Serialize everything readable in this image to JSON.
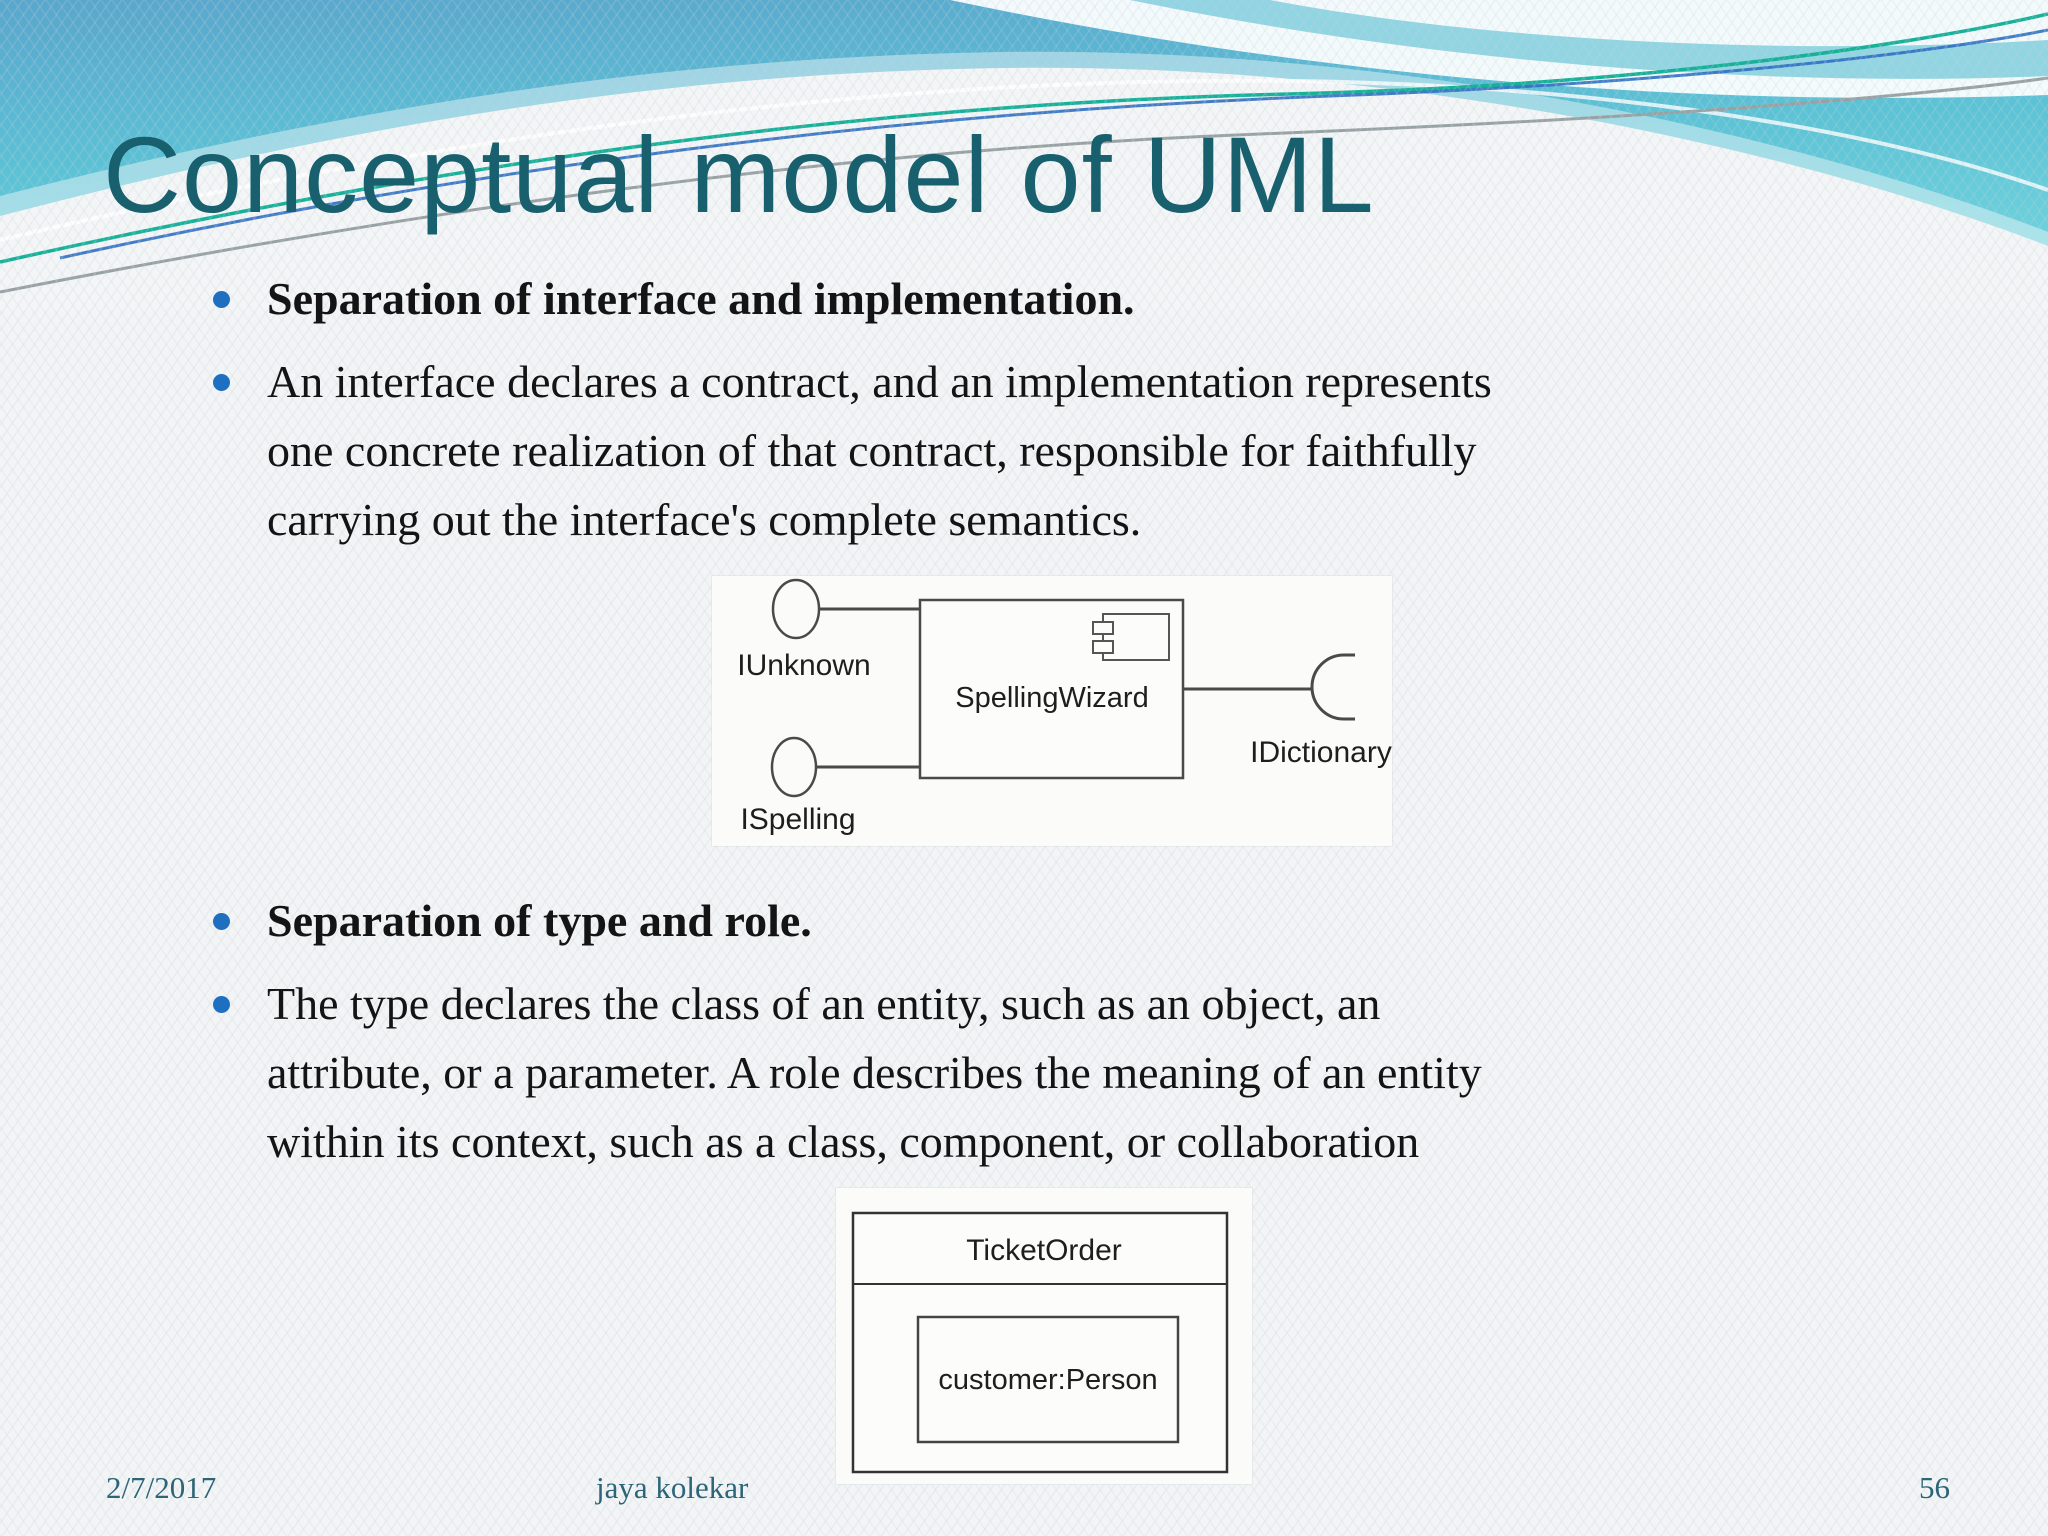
{
  "slide": {
    "title": "Conceptual model of UML",
    "sections": [
      {
        "heading": "Separation of interface and implementation.",
        "body": "An interface declares a contract, and an implementation represents\none concrete realization of that contract, responsible for faithfully\ncarrying out the interface's complete semantics."
      },
      {
        "heading": "Separation of type and role.",
        "body": "The type declares the class of an entity, such as an object, an\nattribute, or a parameter. A role describes the meaning of an entity\nwithin its context, such as a class, component, or collaboration"
      }
    ],
    "diagrams": {
      "component_diagram": {
        "provided_interface_1": "IUnknown",
        "provided_interface_2": "ISpelling",
        "component_name": "SpellingWizard",
        "required_interface": "IDictionary"
      },
      "class_diagram": {
        "class_name": "TicketOrder",
        "role_instance": "customer:Person"
      }
    },
    "footer": {
      "date": "2/7/2017",
      "author": "jaya kolekar",
      "page_number": "56"
    },
    "colors": {
      "title": "#19606f",
      "bullet": "#1f6fc1",
      "banner_teal": "#59c2d6",
      "footer_text": "#2b6577",
      "body_background": "#f2f4f5"
    }
  }
}
